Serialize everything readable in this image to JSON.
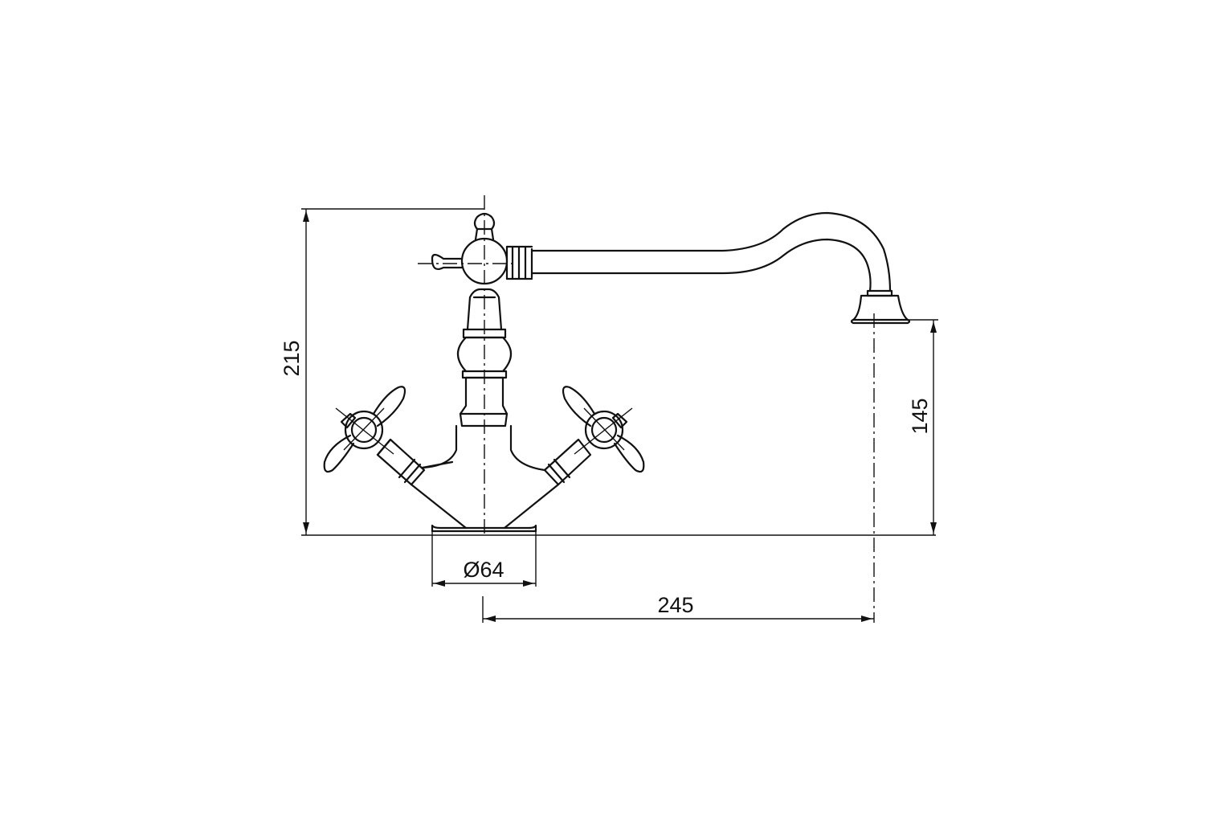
{
  "dimensions": {
    "overall_height": "215",
    "spout_height": "145",
    "spout_reach": "245",
    "base_diameter": "Ø64"
  },
  "colors": {
    "line": "#111111",
    "background": "#ffffff"
  }
}
